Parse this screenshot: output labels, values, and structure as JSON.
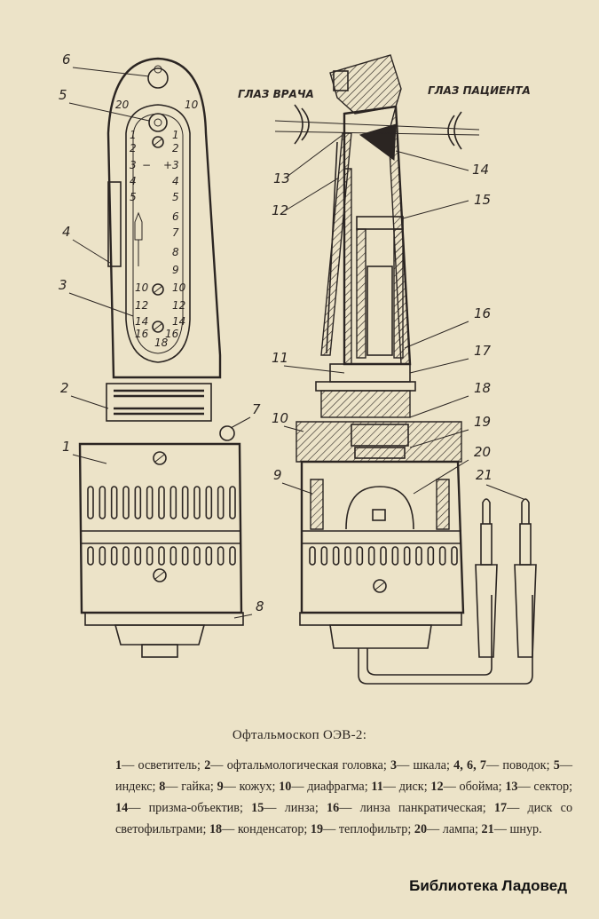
{
  "drawing": {
    "eye_labels": {
      "doctor": "ГЛАЗ ВРАЧА",
      "patient": "ГЛАЗ ПАЦИЕНТА"
    },
    "part_callouts": [
      "1",
      "2",
      "3",
      "4",
      "5",
      "6",
      "7",
      "8",
      "9",
      "10",
      "11",
      "12",
      "13",
      "14",
      "15",
      "16",
      "17",
      "18",
      "19",
      "20",
      "21"
    ],
    "scale_left": [
      "1",
      "2",
      "3",
      "4",
      "5",
      "",
      "",
      "",
      "",
      "10",
      "12",
      "14",
      "16"
    ],
    "scale_right": [
      "1",
      "2",
      "3",
      "4",
      "5",
      "6",
      "7",
      "8",
      "9",
      "10",
      "12",
      "14",
      "16",
      "18"
    ],
    "scale_top_left": "20",
    "scale_top_right": "10",
    "scale_minus": "−",
    "scale_plus": "+"
  },
  "caption": "Офтальмоскоп ОЭВ-2:",
  "legend": [
    {
      "num": "1",
      "text": "осветитель;"
    },
    {
      "num": "2",
      "text": "офтальмологическая головка;"
    },
    {
      "num": "3",
      "text": "шкала;"
    },
    {
      "num": "4, 6, 7",
      "text": "поводок;"
    },
    {
      "num": "5",
      "text": "индекс;"
    },
    {
      "num": "8",
      "text": "гайка;"
    },
    {
      "num": "9",
      "text": "кожух;"
    },
    {
      "num": "10",
      "text": "диафрагма;"
    },
    {
      "num": "11",
      "text": "диск;"
    },
    {
      "num": "12",
      "text": "обойма;"
    },
    {
      "num": "13",
      "text": "сектор;"
    },
    {
      "num": "14",
      "text": "призма-объектив;"
    },
    {
      "num": "15",
      "text": "линза;"
    },
    {
      "num": "16",
      "text": "линза панкратическая;"
    },
    {
      "num": "17",
      "text": "диск со светофильтрами;"
    },
    {
      "num": "18",
      "text": "конденсатор;"
    },
    {
      "num": "19",
      "text": "теплофильтр;"
    },
    {
      "num": "20",
      "text": "лампа;"
    },
    {
      "num": "21",
      "text": "шнур."
    }
  ],
  "library": "Библиотека Ладовед"
}
